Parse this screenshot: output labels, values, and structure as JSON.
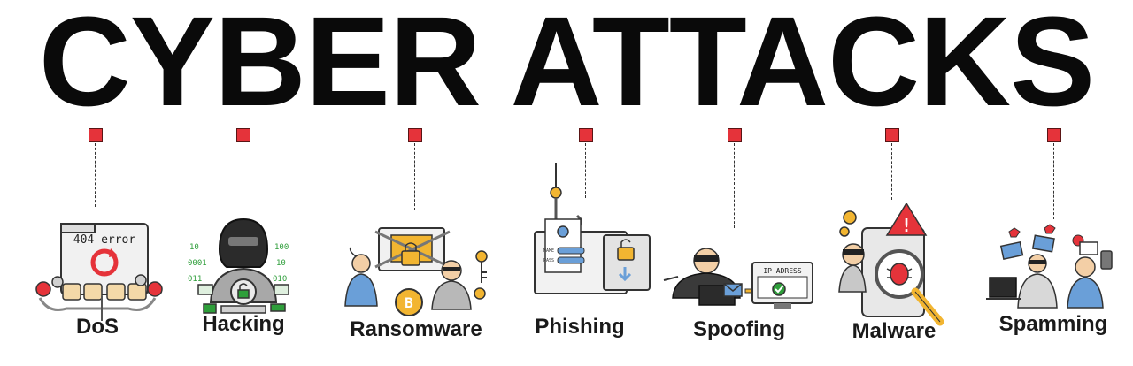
{
  "title": "CYBER ATTACKS",
  "accent_color": "#e5333a",
  "items": [
    {
      "label": "DoS",
      "icon": "server-error-icon",
      "screen_text": "404 error"
    },
    {
      "label": "Hacking",
      "icon": "hacker-icon"
    },
    {
      "label": "Ransomware",
      "icon": "ransom-lock-icon"
    },
    {
      "label": "Phishing",
      "icon": "phishing-hook-icon",
      "field_labels": [
        "NAME",
        "PASS"
      ]
    },
    {
      "label": "Spoofing",
      "icon": "spoofing-icon",
      "screen_text": "IP ADRESS"
    },
    {
      "label": "Malware",
      "icon": "malware-icon"
    },
    {
      "label": "Spamming",
      "icon": "spam-mail-icon"
    }
  ]
}
